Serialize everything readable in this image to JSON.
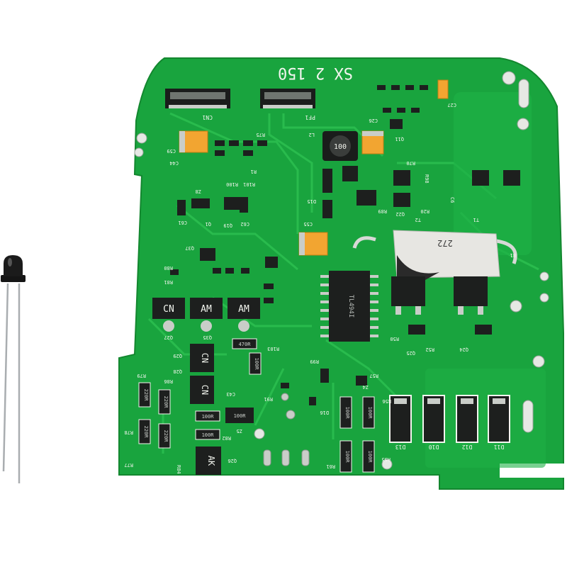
{
  "board": {
    "silk_title": "SX 2 150",
    "connector_labels": [
      "CN1",
      "PF1"
    ],
    "ic_markings": {
      "u4": "TL494I",
      "inductor": "100",
      "q_left": "CN",
      "q_mid": "AM",
      "q_right": "AM",
      "q_stack_top": "CN",
      "q_stack_bottom": "CN",
      "q_bottom": "AK",
      "sensor": "272"
    },
    "diode_labels": [
      "D13",
      "D10",
      "D12",
      "D11"
    ],
    "ref_labels": [
      "C59",
      "C44",
      "R75",
      "L2",
      "Q11",
      "D15",
      "C26",
      "C27",
      "C55",
      "Q37",
      "R80",
      "R81",
      "Q27",
      "Q35",
      "R91",
      "R99",
      "R103",
      "Q29",
      "Q28",
      "R86",
      "R79",
      "R78",
      "R77",
      "R84",
      "Q26",
      "R82",
      "C43",
      "Z5",
      "D16",
      "Z4",
      "R57",
      "R56",
      "R55",
      "R61",
      "R50",
      "R52",
      "Q25",
      "Q24",
      "T1",
      "T2",
      "B1",
      "R1",
      "Q1",
      "C61",
      "R100",
      "R101",
      "Z8",
      "Q19",
      "C62",
      "R89",
      "C6",
      "R20",
      "Q22",
      "R70",
      "R98"
    ],
    "resistor_values": [
      "220R",
      "220R",
      "220R",
      "220R",
      "100R",
      "100R",
      "100R",
      "100R",
      "470R",
      "100R",
      "100R",
      "100R",
      "100R"
    ]
  },
  "colors": {
    "background": "#ffffff",
    "pcb": "#19a43e",
    "trace": "#2cc050",
    "silkscreen": "#f2f5ee",
    "component_black": "#1d1f1e",
    "tantalum": "#f2a531",
    "solder": "#c9cdc8"
  },
  "icons": [
    "ir-led-icon"
  ]
}
